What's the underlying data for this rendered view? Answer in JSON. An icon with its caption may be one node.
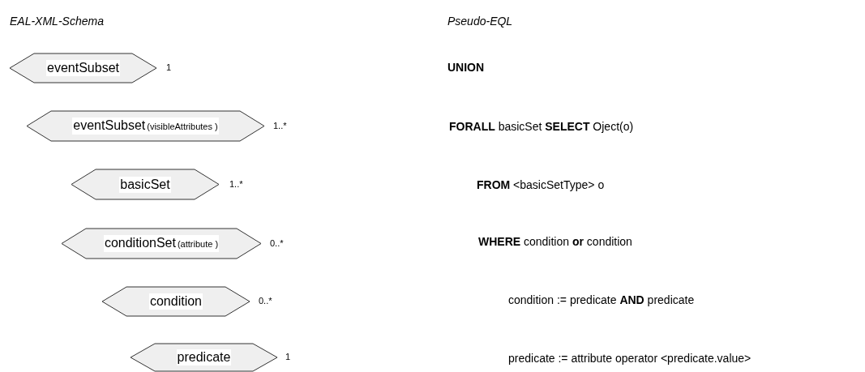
{
  "diagram": {
    "nodes": [
      {
        "text": [
          "eventSubset"
        ],
        "beside": [
          "1"
        ]
      },
      {
        "text": [
          "eventSubset",
          "(visibleAttributes )"
        ],
        "beside": [
          "1..*"
        ]
      },
      {
        "text": [
          "basicSet"
        ],
        "beside": [
          "1..*"
        ]
      },
      {
        "text": [
          "conditionSet",
          "(attribute )"
        ],
        "beside": [
          "0..*"
        ]
      },
      {
        "text": [
          "condition"
        ],
        "beside": [
          "0..*"
        ]
      },
      {
        "text": [
          "predicate"
        ],
        "beside": [
          "1"
        ]
      }
    ],
    "labels": [
      "EAL-XML-Schema",
      "Pseudo-EQL",
      "UNION",
      "**FORALL** basicSet **SELECT** Oject(o)",
      "**FROM** <basicSetType> o",
      "**WHERE** condition **or** condition",
      "condition := predicate **AND** predicate",
      "predicate := attribute operator <predicate.value>"
    ]
  }
}
